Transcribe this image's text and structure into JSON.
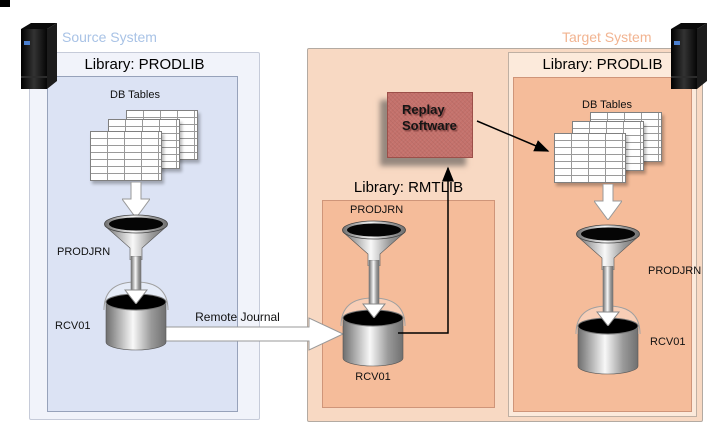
{
  "diagram": {
    "source": {
      "system_label": "Source System",
      "library_title": "Library: PRODLIB",
      "db_tables_label": "DB Tables",
      "journal_label": "PRODJRN",
      "receiver_label": "RCV01"
    },
    "link": {
      "remote_journal_label": "Remote Journal"
    },
    "target": {
      "system_label": "Target System",
      "replay": {
        "line1": "Replay",
        "line2": "Software"
      },
      "rmtlib": {
        "title": "Library: RMTLIB",
        "journal_label": "PRODJRN",
        "receiver_label": "RCV01"
      },
      "prodlib": {
        "title": "Library: PRODLIB",
        "db_tables_label": "DB Tables",
        "journal_label": "PRODJRN",
        "receiver_label": "RCV01"
      }
    },
    "colors": {
      "source_accent": "#a9c3e6",
      "source_outer_bg": "#f1f3fa",
      "source_inner_bg": "#dce3f4",
      "target_accent": "#f2b491",
      "target_outer_bg": "#f8d9c3",
      "target_library_bg": "#fceadb",
      "target_inner_bg": "#f5bc9a",
      "replay_box_bg": "#c4716b"
    }
  }
}
